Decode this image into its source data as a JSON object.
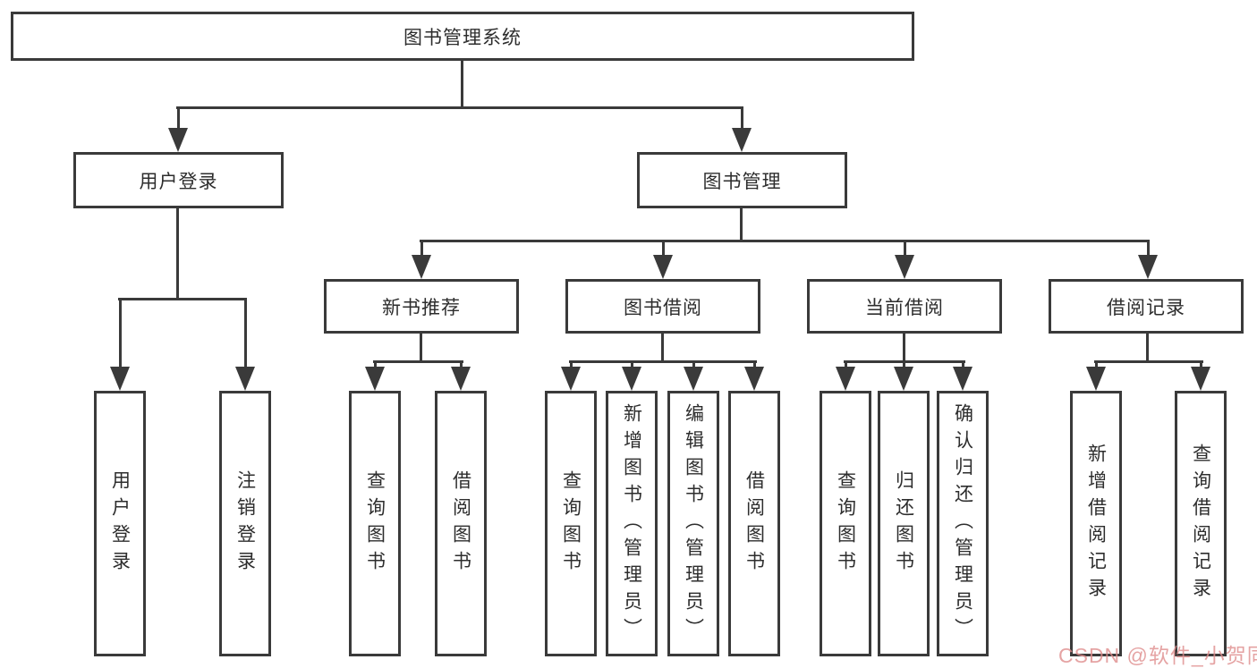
{
  "diagram": {
    "root": {
      "label": "图书管理系统"
    },
    "level2": [
      {
        "label": "用户登录"
      },
      {
        "label": "图书管理"
      }
    ],
    "level3": [
      {
        "label": "新书推荐"
      },
      {
        "label": "图书借阅"
      },
      {
        "label": "当前借阅"
      },
      {
        "label": "借阅记录"
      }
    ],
    "leaves": {
      "user": [
        "用户登录",
        "注销登录"
      ],
      "recommend": [
        "查询图书",
        "借阅图书"
      ],
      "borrow": [
        "查询图书",
        "新增图书（管理员）",
        "编辑图书（管理员）",
        "借阅图书"
      ],
      "current": [
        "查询图书",
        "归还图书",
        "确认归还（管理员）"
      ],
      "records": [
        "新增借阅记录",
        "查询借阅记录"
      ]
    }
  },
  "watermark": {
    "text": "CSDN @软件_小贺同学"
  },
  "colors": {
    "line": "#3a3a3a",
    "watermark": "#de8c8c",
    "background": "#ffffff"
  }
}
